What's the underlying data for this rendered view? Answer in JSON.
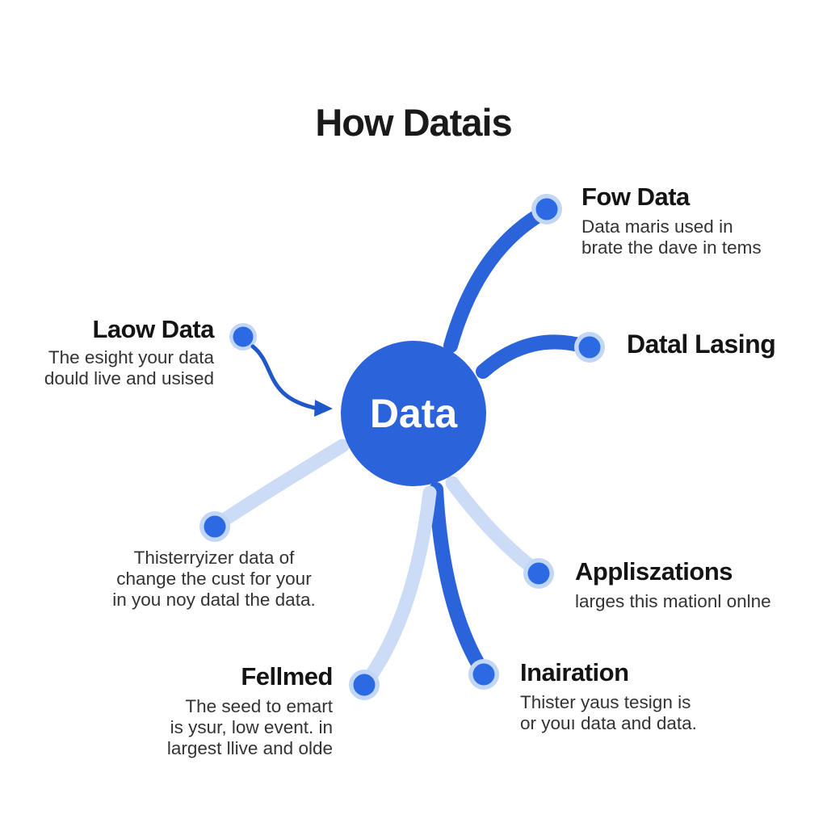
{
  "colors": {
    "background": "#ffffff",
    "accent": "#2b63da",
    "accent-light": "#ccdbf6",
    "node-fill": "#2c6ae4",
    "node-ring": "#c2d6f6",
    "arrow-color": "#2058cb",
    "title-color": "#1a1a1a",
    "heading-color": "#141414",
    "body-color": "#333333",
    "center-text": "#ffffff"
  },
  "title": "How Datais",
  "center_node": {
    "label": "Data"
  },
  "branches": {
    "fow_data": {
      "heading": "Fow Data",
      "description": "Data maris used in\nbrate the dave in tems"
    },
    "datal_lasing": {
      "heading": "Datal Lasing"
    },
    "laow_data": {
      "heading": "Laow Data",
      "description": "The esight your data\ndould live and usised"
    },
    "left_note": {
      "description": "Thisterryizer data of\nchange the cust for your\nin you noy datal the data."
    },
    "appliszations": {
      "heading": "Appliszations",
      "description": "larges this mationl onlne"
    },
    "fellmed": {
      "heading": "Fellmed",
      "description": "The seed to emart\nis ysur, low event. in\nlargest llive and olde"
    },
    "inairation": {
      "heading": "Inairation",
      "description": "Thister yaus tesign is\nor youı data and data."
    }
  }
}
